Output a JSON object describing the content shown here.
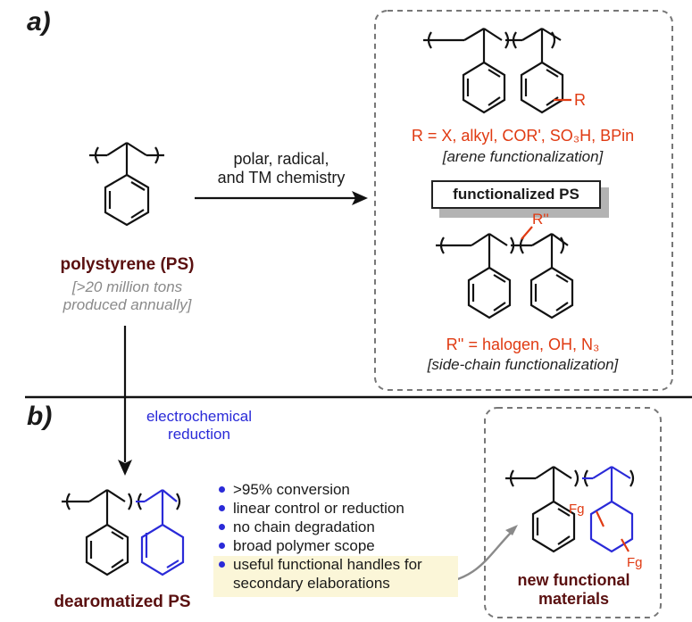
{
  "labels": {
    "part_a": "a)",
    "part_b": "b)",
    "reaction_arrow": "polar, radical,\nand TM chemistry",
    "electro": "electrochemical\nreduction",
    "polystyrene": "polystyrene (PS)",
    "tonnage": "[>20 million tons\nproduced annually]",
    "arene_r": "R = X, alkyl, COR', SO₃H, BPin",
    "arene_note": "[arene functionalization]",
    "functionalized": "functionalized PS",
    "side_r": "R'' = halogen, OH, N₃",
    "side_note": "[side-chain functionalization]",
    "dearomatized": "dearomatized PS",
    "new_materials": "new functional\nmaterials",
    "substituent_r": "R",
    "substituent_r2": "R''",
    "fg1": "Fg",
    "fg2": "Fg"
  },
  "bullets": [
    ">95% conversion",
    "linear control or reduction",
    "no chain degradation",
    "broad polymer scope",
    "useful functional handles for\nsecondary elaborations"
  ],
  "colors": {
    "red": "#e03a12",
    "blue": "#2a2ad8",
    "maroon": "#5a1010",
    "gray": "#8a8a8a",
    "highlight": "#fbf6d8"
  }
}
